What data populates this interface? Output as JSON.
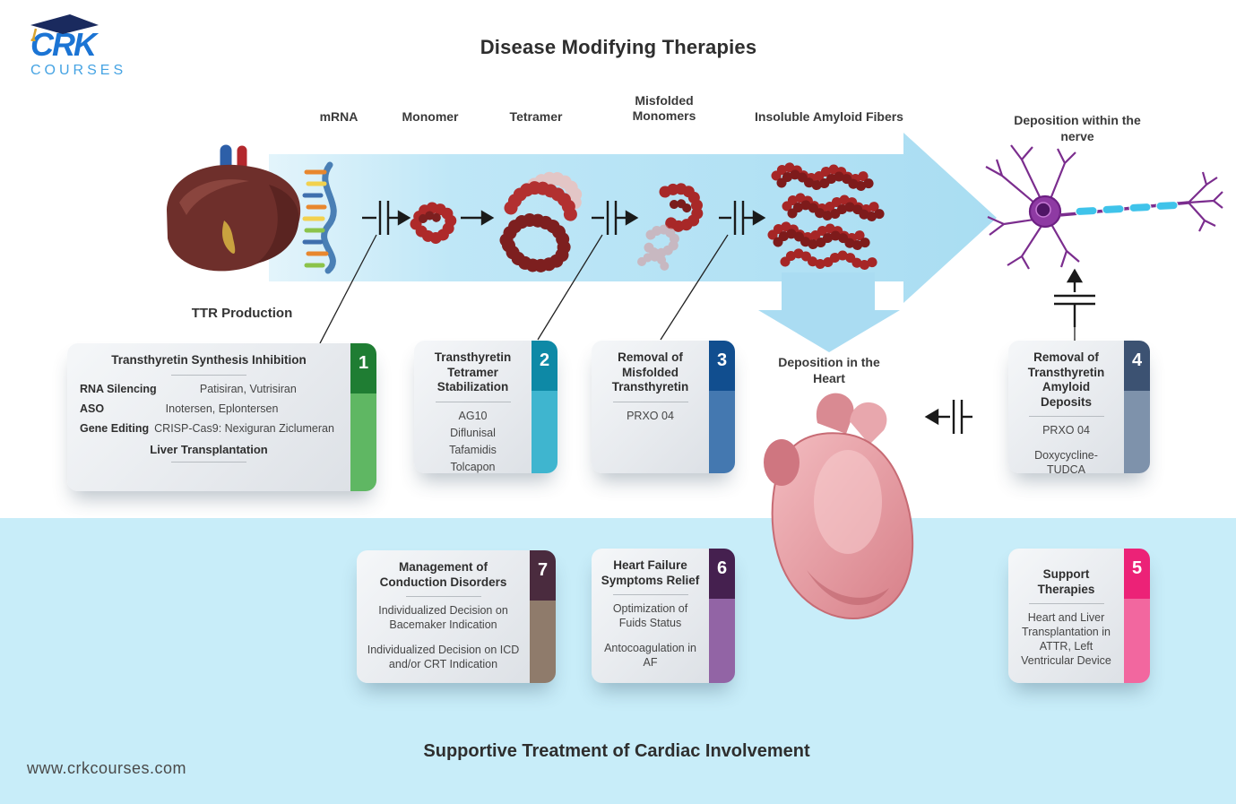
{
  "brand": {
    "logo_text": "CRK",
    "logo_sub": "COURSES",
    "website": "www.crkcourses.com"
  },
  "header": {
    "title": "Disease Modifying Therapies"
  },
  "flow": {
    "stages": [
      "mRNA",
      "Monomer",
      "Tetramer",
      "Misfolded Monomers",
      "Insoluble Amyloid Fibers"
    ],
    "source_label": "TTR Production",
    "nerve_label": "Deposition within the nerve",
    "heart_label": "Deposition in the Heart"
  },
  "footer": {
    "title": "Supportive Treatment of Cardiac Involvement"
  },
  "colors": {
    "flow_arrow": "#b5e3f4",
    "bottom_band": "#c8edf9",
    "brand_blue": "#1b74d4"
  },
  "cards": [
    {
      "number": "1",
      "title": "Transthyretin Synthesis Inhibition",
      "rows": [
        {
          "label": "RNA Silencing",
          "value": "Patisiran, Vutrisiran"
        },
        {
          "label": "ASO",
          "value": "Inotersen, Eplontersen"
        },
        {
          "label": "Gene Editing",
          "value": "CRISP-Cas9: Nexiguran Ziclumeran"
        }
      ],
      "footer": "Liver Transplantation",
      "accent": {
        "top": "#1f7d33",
        "bottom": "#5fb763"
      }
    },
    {
      "number": "2",
      "title": "Transthyretin Tetramer Stabilization",
      "items": [
        "AG10",
        "Diflunisal",
        "Tafamidis",
        "Tolcapon"
      ],
      "accent": {
        "top": "#0e89a6",
        "bottom": "#3fb5cf"
      }
    },
    {
      "number": "3",
      "title": "Removal of Misfolded Transthyretin",
      "items": [
        "PRXO 04"
      ],
      "accent": {
        "top": "#114e8f",
        "bottom": "#4478b0"
      }
    },
    {
      "number": "4",
      "title": "Removal of Transthyretin Amyloid Deposits",
      "items": [
        "PRXO 04",
        "Doxycycline-TUDCA"
      ],
      "accent": {
        "top": "#3c5272",
        "bottom": "#7e92ab"
      }
    },
    {
      "number": "5",
      "title": "Support Therapies",
      "items": [
        "Heart and Liver Transplantation in ATTR, Left Ventricular Device"
      ],
      "accent": {
        "top": "#ec2277",
        "bottom": "#f2679f"
      }
    },
    {
      "number": "6",
      "title": "Heart Failure Symptoms Relief",
      "items": [
        "Optimization of Fuids Status",
        "Antocoagulation in AF"
      ],
      "accent": {
        "top": "#45204f",
        "bottom": "#9264a5"
      }
    },
    {
      "number": "7",
      "title": "Management of Conduction Disorders",
      "items": [
        "Individualized Decision on Bacemaker Indication",
        "Individualized Decision on ICD and/or CRT Indication"
      ],
      "accent": {
        "top": "#4a2b3e",
        "bottom": "#8f7b6b"
      }
    }
  ]
}
